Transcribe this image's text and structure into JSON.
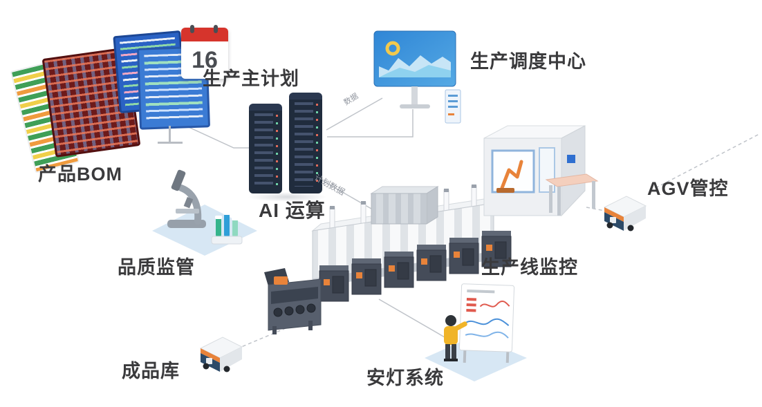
{
  "diagram": {
    "nodes": {
      "product_bom": {
        "label": "产品BOM"
      },
      "master_plan": {
        "label": "生产主计划",
        "calendar_day": "16"
      },
      "dispatch_center": {
        "label": "生产调度中心"
      },
      "ai_compute": {
        "label": "AI 运算"
      },
      "quality": {
        "label": "品质监管"
      },
      "line_monitor": {
        "label": "生产线监控"
      },
      "agv_control": {
        "label": "AGV管控"
      },
      "finished_goods": {
        "label": "成品库"
      },
      "andon": {
        "label": "安灯系统"
      }
    },
    "edge_labels": {
      "plan_data": "计划数据",
      "dispatch_data": "数据"
    },
    "colors": {
      "label_text": "#3a3a3c",
      "connector": "#bfc3c9",
      "accent_blue": "#2f6fd0",
      "accent_orange": "#e8833a",
      "calendar_red": "#d6342c",
      "server_dark": "#202c3d",
      "platform_blue": "#d7e7f4"
    }
  }
}
